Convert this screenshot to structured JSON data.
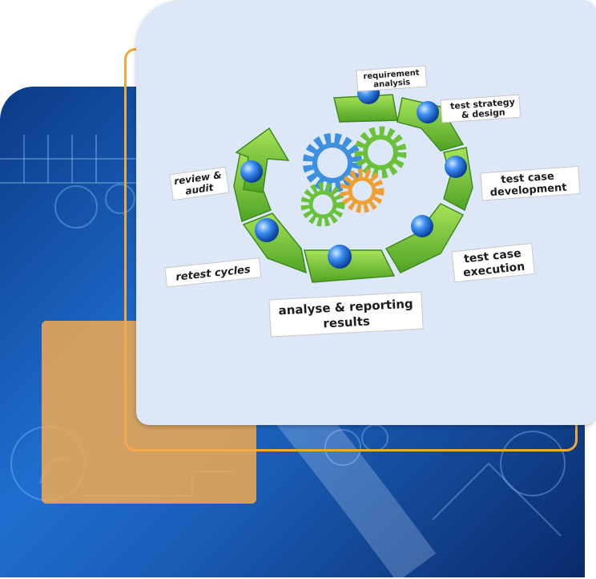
{
  "diagram": {
    "stages": [
      {
        "id": "requirement",
        "lines": [
          "requirement",
          "analysis"
        ]
      },
      {
        "id": "strategy",
        "lines": [
          "test strategy",
          "& design"
        ]
      },
      {
        "id": "development",
        "lines": [
          "test case",
          "development"
        ]
      },
      {
        "id": "execution",
        "lines": [
          "test case",
          "execution"
        ]
      },
      {
        "id": "reporting",
        "lines": [
          "analyse & reporting",
          "results"
        ]
      },
      {
        "id": "retest",
        "lines": [
          "retest cycles"
        ]
      },
      {
        "id": "review",
        "lines": [
          "review &",
          "audit"
        ]
      }
    ],
    "colors": {
      "cycle_green": "#7cc83a",
      "node_blue": "#2f7fe6",
      "gear_blue": "#3d8fe0",
      "gear_green": "#6cc13a",
      "gear_orange": "#f0a030",
      "accent_orange": "#f3a63a",
      "card_bg": "#dce8f7"
    },
    "icons": [
      "gear-icon",
      "arrow-up-icon"
    ]
  }
}
